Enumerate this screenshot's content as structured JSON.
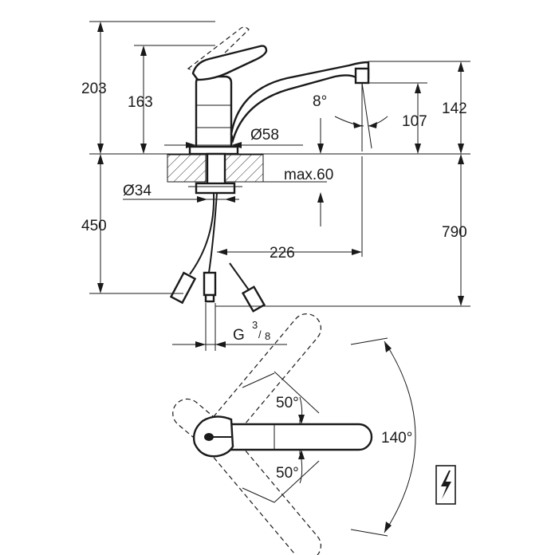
{
  "dimensions": {
    "height_total_top": "203",
    "height_lever": "163",
    "spout_angle": "8°",
    "spout_height": "107",
    "spout_height_outer": "142",
    "body_diameter": "Ø58",
    "hole_diameter": "Ø34",
    "max_thickness": "max.60",
    "hose_length": "450",
    "spout_reach": "226",
    "total_height_below": "790",
    "thread_letter": "G",
    "thread_num": "3",
    "thread_den": "8",
    "lever_angle_up": "50°",
    "lever_angle_down": "50°",
    "lever_angle_total": "140°"
  },
  "icons": {
    "electric": "lightning-bolt-icon"
  }
}
